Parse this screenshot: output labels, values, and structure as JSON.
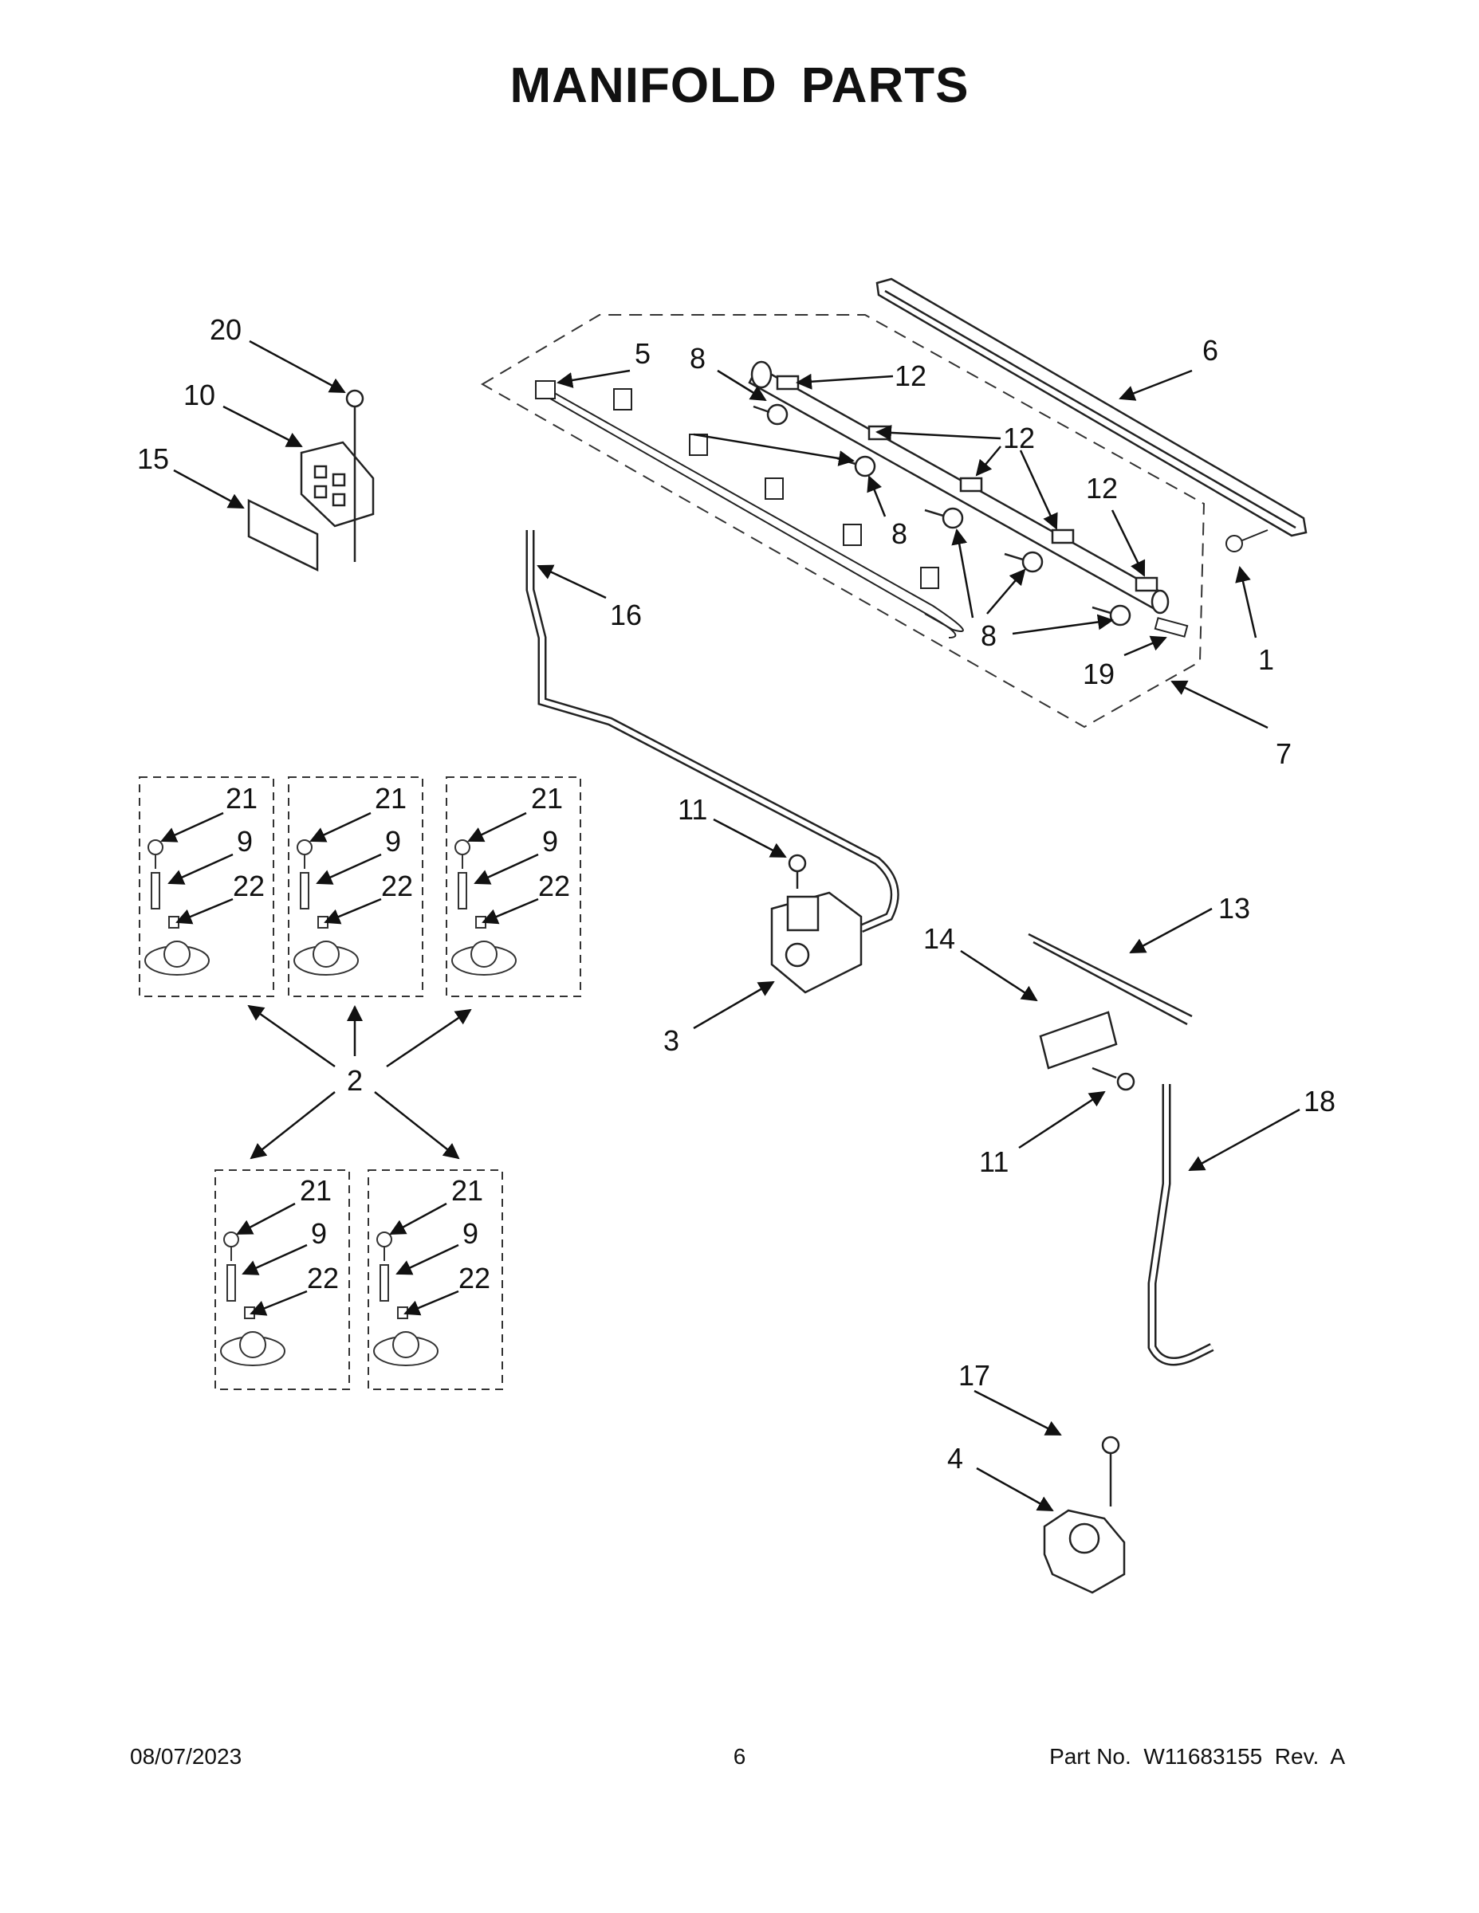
{
  "title": "MANIFOLD PARTS",
  "footer": {
    "date": "08/07/2023",
    "page": "6",
    "part_number": "Part No.  W11683155  Rev.  A"
  },
  "callouts": [
    {
      "id": "c20",
      "label": "20"
    },
    {
      "id": "c10",
      "label": "10"
    },
    {
      "id": "c15",
      "label": "15"
    },
    {
      "id": "c5",
      "label": "5"
    },
    {
      "id": "c8a",
      "label": "8"
    },
    {
      "id": "c12a",
      "label": "12"
    },
    {
      "id": "c12b",
      "label": "12"
    },
    {
      "id": "c12c",
      "label": "12"
    },
    {
      "id": "c6",
      "label": "6"
    },
    {
      "id": "c8b",
      "label": "8"
    },
    {
      "id": "c8c",
      "label": "8"
    },
    {
      "id": "c16",
      "label": "16"
    },
    {
      "id": "c19",
      "label": "19"
    },
    {
      "id": "c1",
      "label": "1"
    },
    {
      "id": "c7",
      "label": "7"
    },
    {
      "id": "c11a",
      "label": "11"
    },
    {
      "id": "c3",
      "label": "3"
    },
    {
      "id": "c13",
      "label": "13"
    },
    {
      "id": "c14",
      "label": "14"
    },
    {
      "id": "c11b",
      "label": "11"
    },
    {
      "id": "c18",
      "label": "18"
    },
    {
      "id": "c2",
      "label": "2"
    },
    {
      "id": "c17",
      "label": "17"
    },
    {
      "id": "c4",
      "label": "4"
    },
    {
      "id": "b1_21",
      "label": "21"
    },
    {
      "id": "b1_9",
      "label": "9"
    },
    {
      "id": "b1_22",
      "label": "22"
    },
    {
      "id": "b2_21",
      "label": "21"
    },
    {
      "id": "b2_9",
      "label": "9"
    },
    {
      "id": "b2_22",
      "label": "22"
    },
    {
      "id": "b3_21",
      "label": "21"
    },
    {
      "id": "b3_9",
      "label": "9"
    },
    {
      "id": "b3_22",
      "label": "22"
    },
    {
      "id": "b4_21",
      "label": "21"
    },
    {
      "id": "b4_9",
      "label": "9"
    },
    {
      "id": "b4_22",
      "label": "22"
    },
    {
      "id": "b5_21",
      "label": "21"
    },
    {
      "id": "b5_9",
      "label": "9"
    },
    {
      "id": "b5_22",
      "label": "22"
    }
  ]
}
